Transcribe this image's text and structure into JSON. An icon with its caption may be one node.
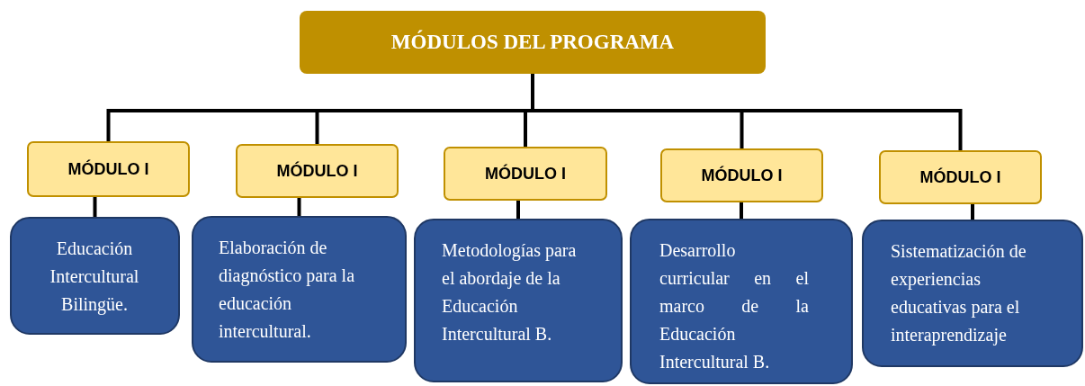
{
  "diagram": {
    "nodes": [
      {
        "text": [
          "MÓDULOS DEL PROGRAMA"
        ]
      },
      {
        "text": [
          "MÓDULO I"
        ]
      },
      {
        "text": [
          "MÓDULO I"
        ]
      },
      {
        "text": [
          "MÓDULO I"
        ]
      },
      {
        "text": [
          "MÓDULO I"
        ]
      },
      {
        "text": [
          "MÓDULO I"
        ]
      },
      {
        "text": [
          "Educación Intercultural Bilingüe."
        ]
      },
      {
        "text": [
          "Elaboración de diagnóstico para la educación intercultural."
        ]
      },
      {
        "text": [
          "Metodologías para el abordaje de la Educación Intercultural B."
        ]
      },
      {
        "text": [
          "Desarrollo curricular en el marco de la Educación Intercultural B."
        ]
      },
      {
        "text": [
          "Sistematización de experiencias educativas para el interaprendizaje"
        ]
      }
    ],
    "edges": [
      {
        "from": 0,
        "to": 1,
        "arrow": "none"
      },
      {
        "from": 0,
        "to": 2,
        "arrow": "none"
      },
      {
        "from": 0,
        "to": 3,
        "arrow": "none"
      },
      {
        "from": 0,
        "to": 4,
        "arrow": "none"
      },
      {
        "from": 0,
        "to": 5,
        "arrow": "none"
      },
      {
        "from": 1,
        "to": 6,
        "arrow": "none"
      },
      {
        "from": 2,
        "to": 7,
        "arrow": "none"
      },
      {
        "from": 3,
        "to": 8,
        "arrow": "none"
      },
      {
        "from": 4,
        "to": 9,
        "arrow": "none"
      },
      {
        "from": 5,
        "to": 10,
        "arrow": "none"
      }
    ]
  }
}
